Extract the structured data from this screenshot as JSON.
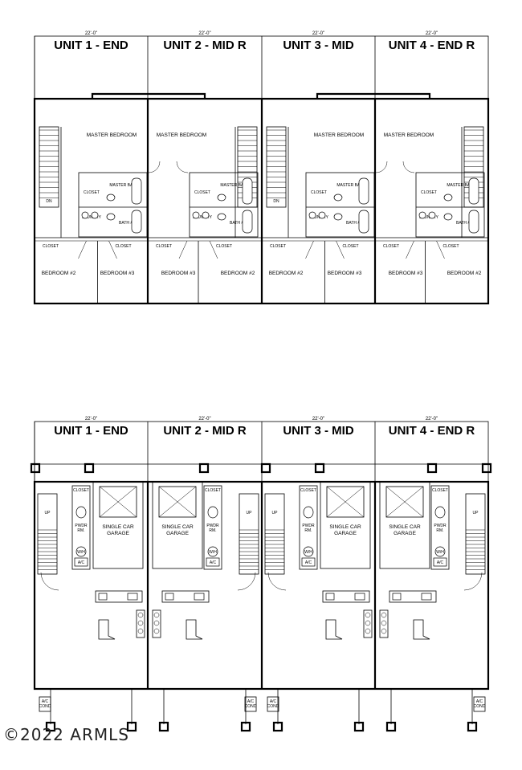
{
  "upper_plan": {
    "units": [
      {
        "title": "UNIT 1 - END",
        "dim": "22'-0\""
      },
      {
        "title": "UNIT 2 - MID R",
        "dim": "22'-0\""
      },
      {
        "title": "UNIT 3 - MID",
        "dim": "22'-0\""
      },
      {
        "title": "UNIT 4 - END R",
        "dim": "22'-0\""
      }
    ],
    "labels": {
      "master_bedroom": "MASTER BEDROOM",
      "master_bath": "MASTER BATH",
      "bath2": "BATH #2",
      "bedroom2": "BEDROOM #2",
      "bedroom3": "BEDROOM #3",
      "closet": "CLOSET",
      "laundry": "LAUNDRY",
      "dn": "DN"
    }
  },
  "lower_plan": {
    "units": [
      {
        "title": "UNIT 1 - END",
        "dim": "22'-0\""
      },
      {
        "title": "UNIT 2 - MID R",
        "dim": "22'-0\""
      },
      {
        "title": "UNIT 3 - MID",
        "dim": "22'-0\""
      },
      {
        "title": "UNIT 4 - END R",
        "dim": "22'-0\""
      }
    ],
    "labels": {
      "garage_line1": "SINGLE CAR",
      "garage_line2": "GARAGE",
      "pwdr_line1": "PWDR",
      "pwdr_line2": "RM.",
      "wh": "W/H",
      "ac": "A/C",
      "up": "UP",
      "closet": "CLOSET",
      "ac_cond_line1": "A/C",
      "ac_cond_line2": "COND"
    }
  },
  "watermark": "©2022 ARMLS"
}
